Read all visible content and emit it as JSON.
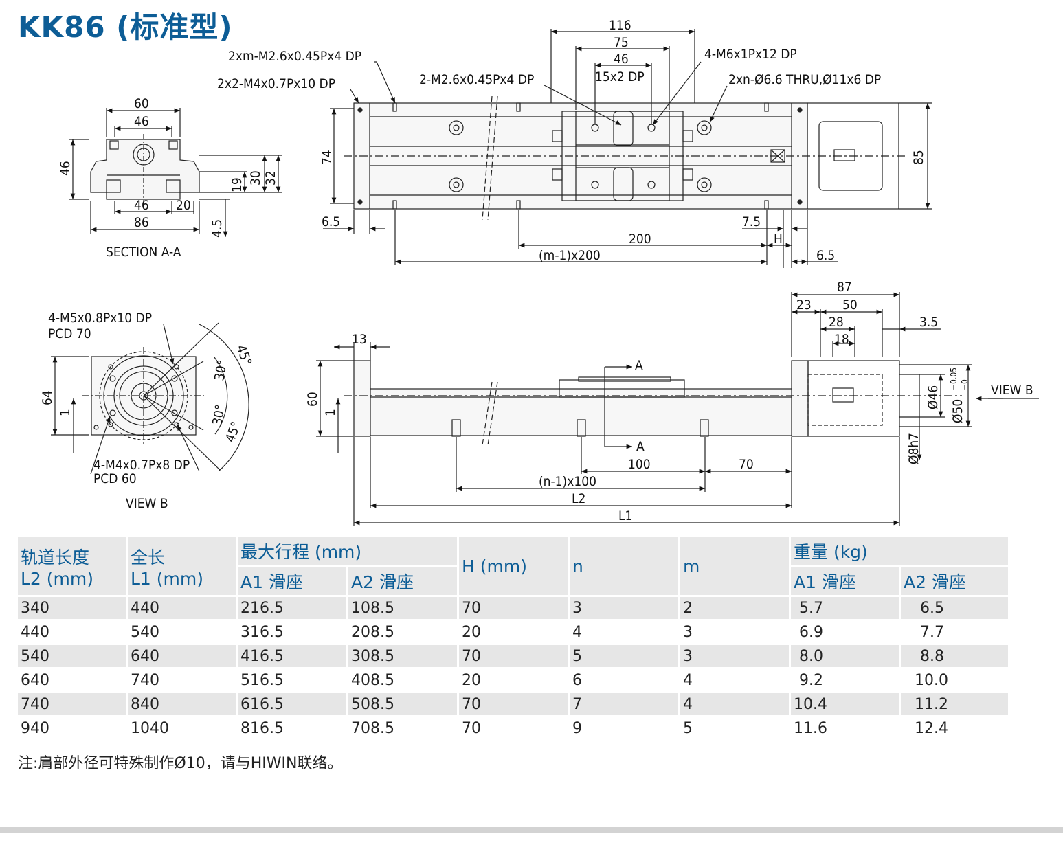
{
  "title": "KK86 (标准型)",
  "drawing": {
    "section_label": "SECTION A-A",
    "view_b_label": "VIEW B",
    "view_b_arrow_label": "VIEW B",
    "callouts": {
      "top_m26_xm": "2xm-M2.6x0.45Px4 DP",
      "top_m4": "2x2-M4x0.7Px10 DP",
      "top_m26_2": "2-M2.6x0.45Px4 DP",
      "top_m6": "4-M6x1Px12 DP",
      "top_thru": "2xn-Ø6.6 THRU,Ø11x6 DP",
      "top_15x2": "15x2 DP",
      "vb_m5": "4-M5x0.8Px10 DP",
      "vb_pcd70": "PCD 70",
      "vb_m4": "4-M4x0.7Px8 DP",
      "vb_pcd60": "PCD 60"
    },
    "dims": {
      "s_60": "60",
      "s_46a": "46",
      "s_46h": "46",
      "s_30": "30",
      "s_32": "32",
      "s_19": "19",
      "s_46b": "46",
      "s_20": "20",
      "s_86": "86",
      "s_45": "4.5",
      "t_116": "116",
      "t_75": "75",
      "t_46": "46",
      "t_74": "74",
      "t_85": "85",
      "t_65a": "6.5",
      "t_75b": "7.5",
      "t_200": "200",
      "t_h": "H",
      "t_m1": "(m-1)x200",
      "t_65b": "6.5",
      "vb_64": "64",
      "vb_1": "1",
      "vb_45a": "45°",
      "vb_30a": "30°",
      "vb_30b": "30°",
      "vb_45b": "45°",
      "f_13": "13",
      "f_60": "60",
      "f_1": "1",
      "f_87": "87",
      "f_23": "23",
      "f_50": "50",
      "f_28": "28",
      "f_18": "18",
      "f_35": "3.5",
      "f_a1": "A",
      "f_a2": "A",
      "f_46": "Ø46",
      "f_50t": "Ø50",
      "f_tol_up": "+0.05",
      "f_tol_dn": "+0",
      "f_8h7": "Ø8h7",
      "f_100": "100",
      "f_70": "70",
      "f_n1": "(n-1)x100",
      "f_l2": "L2",
      "f_l1": "L1"
    }
  },
  "table": {
    "headers": {
      "rail_length": "轨道长度",
      "rail_unit": "L2 (mm)",
      "total_length": "全长",
      "total_unit": "L1 (mm)",
      "stroke": "最大行程 (mm)",
      "a1": "A1 滑座",
      "a2": "A2 滑座",
      "h": "H (mm)",
      "n": "n",
      "m": "m",
      "weight": "重量 (kg)",
      "wa1": "A1 滑座",
      "wa2": "A2 滑座"
    },
    "rows": [
      [
        "340",
        "440",
        "216.5",
        "108.5",
        "70",
        "3",
        "2",
        "5.7",
        "6.5"
      ],
      [
        "440",
        "540",
        "316.5",
        "208.5",
        "20",
        "4",
        "3",
        "6.9",
        "7.7"
      ],
      [
        "540",
        "640",
        "416.5",
        "308.5",
        "70",
        "5",
        "3",
        "8.0",
        "8.8"
      ],
      [
        "640",
        "740",
        "516.5",
        "408.5",
        "20",
        "6",
        "4",
        "9.2",
        "10.0"
      ],
      [
        "740",
        "840",
        "616.5",
        "508.5",
        "70",
        "7",
        "4",
        "10.4",
        "11.2"
      ],
      [
        "940",
        "1040",
        "816.5",
        "708.5",
        "70",
        "9",
        "5",
        "11.6",
        "12.4"
      ]
    ]
  },
  "note": "注:肩部外径可特殊制作Ø10，请与HIWIN联络。",
  "colors": {
    "title": "#0d5d96",
    "header_bg": "#e8e8e8",
    "row_alt": "#e6e6e6",
    "footer": "#d3d3d3"
  }
}
